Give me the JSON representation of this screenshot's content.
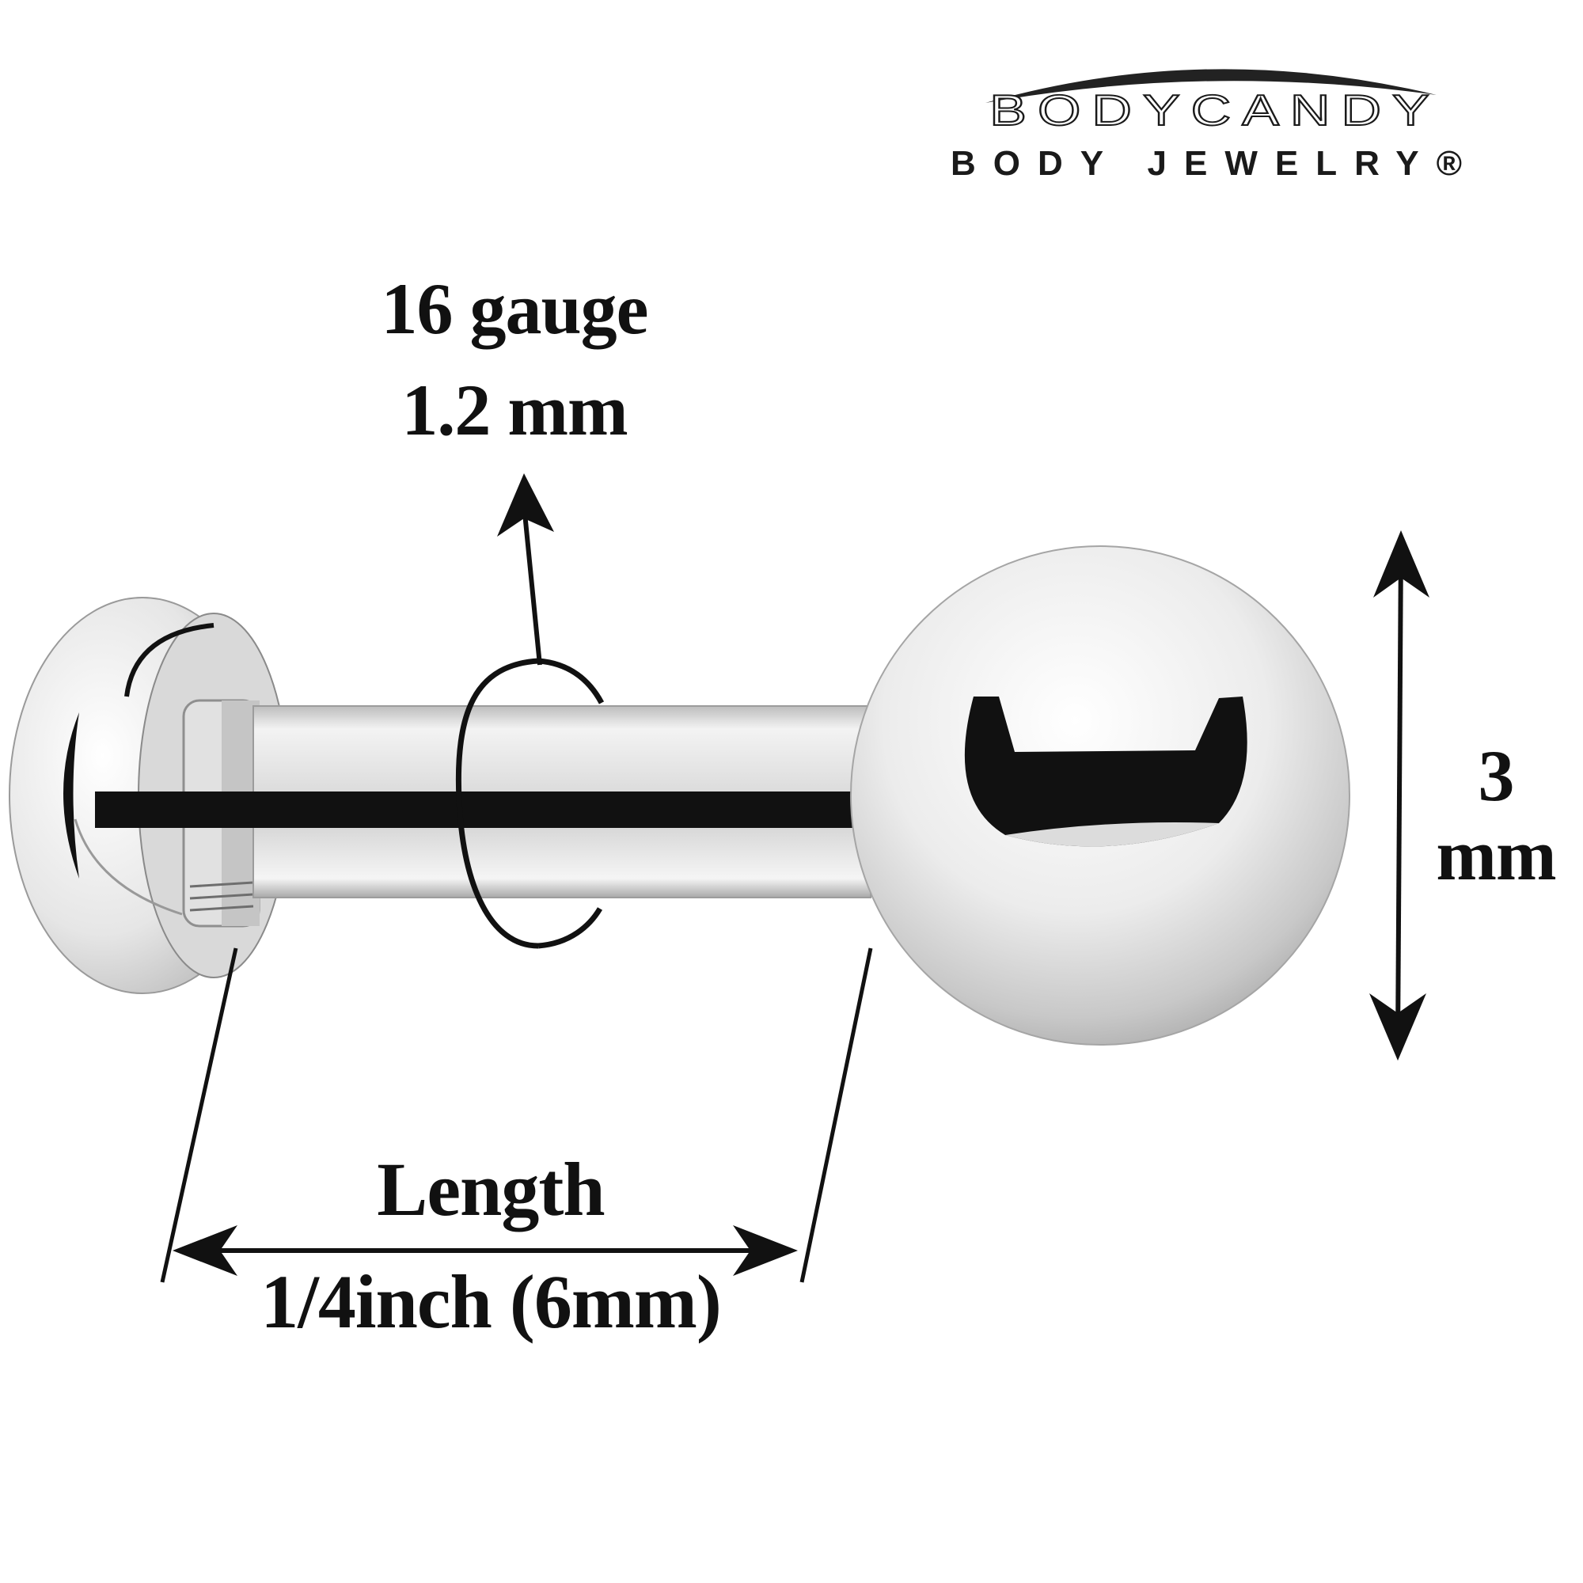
{
  "brand": {
    "name": "BODYCANDY",
    "tagline": "BODY JEWELRY®"
  },
  "dimensions": {
    "gauge": {
      "line1": "16 gauge",
      "line2": "1.2 mm"
    },
    "ball_size": {
      "line1": "3",
      "line2": "mm"
    },
    "length": {
      "title": "Length",
      "value": "1/4inch (6mm)"
    }
  },
  "colors": {
    "ink": "#111111",
    "steel_light": "#f4f4f4",
    "steel_mid": "#c9c9c9",
    "steel_dark": "#8e8e8e",
    "background": "#ffffff"
  }
}
